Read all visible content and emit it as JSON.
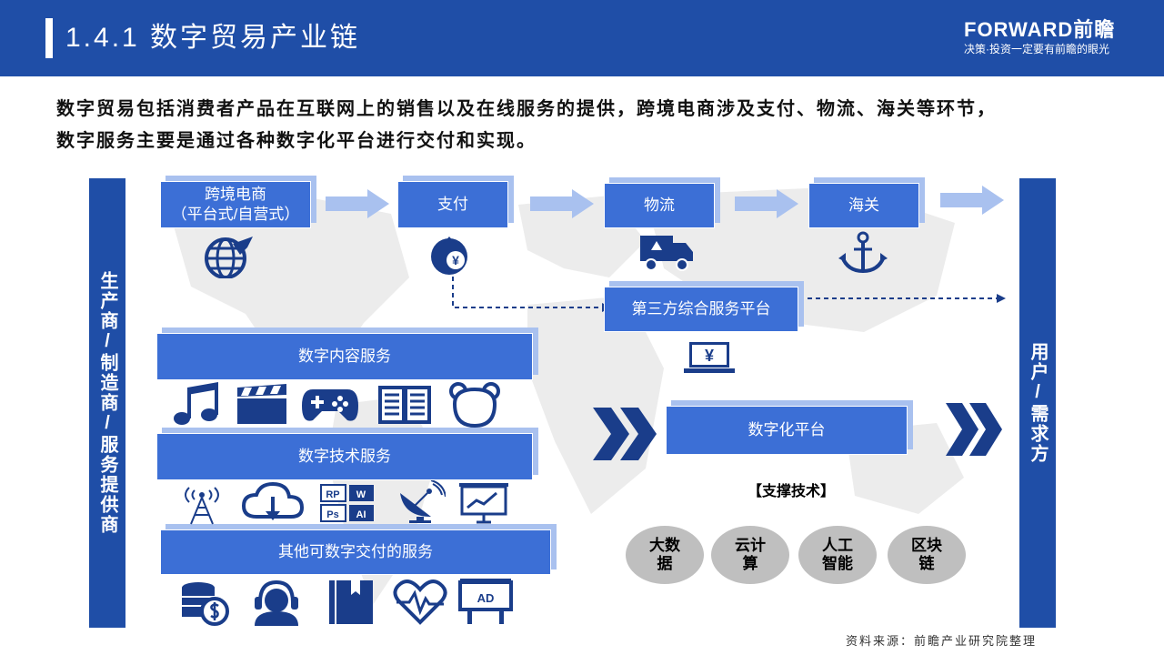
{
  "header": {
    "title": "1.4.1 数字贸易产业链",
    "brand_logo": "FORWARD前瞻",
    "brand_slogan": "决策·投资一定要有前瞻的眼光"
  },
  "description": {
    "line1": "数字贸易包括消费者产品在互联网上的销售以及在线服务的提供，跨境电商涉及支付、物流、海关等环节，",
    "line2": "数字服务主要是通过各种数字化平台进行交付和实现。"
  },
  "left_side": "生产商/制造商/服务提供商",
  "right_side": "用户/需求方",
  "flow": {
    "ecommerce_line1": "跨境电商",
    "ecommerce_line2": "（平台式/自营式）",
    "payment": "支付",
    "logistics": "物流",
    "customs": "海关",
    "third_party": "第三方综合服务平台"
  },
  "services": {
    "content": "数字内容服务",
    "tech": "数字技术服务",
    "other": "其他可数字交付的服务"
  },
  "platform": "数字化平台",
  "support_label": "【支撑技术】",
  "technologies": [
    {
      "line1": "大数",
      "line2": "据"
    },
    {
      "line1": "云计",
      "line2": "算"
    },
    {
      "line1": "人工",
      "line2": "智能"
    },
    {
      "line1": "区块",
      "line2": "链"
    }
  ],
  "tech_icon_labels": {
    "rp": "RP",
    "w": "W",
    "ps": "Ps",
    "ai": "AI"
  },
  "other_icon_label": "AD",
  "payment_icon_symbol": "¥",
  "third_party_icon_symbol": "¥",
  "source": "资料来源：前瞻产业研究院整理",
  "colors": {
    "primary": "#1f4ea7",
    "box": "#3c6fd6",
    "box_shadow": "#a9c1ef",
    "icon": "#1a3d8a",
    "tech_circle": "#bfbfbf"
  }
}
